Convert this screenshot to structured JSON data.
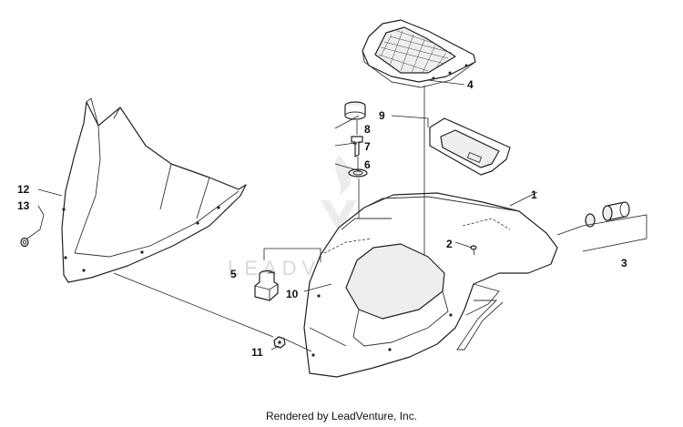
{
  "watermark": "LEADVENTURE",
  "footer": "Rendered by LeadVenture, Inc.",
  "callouts": {
    "c1": "1",
    "c2": "2",
    "c3": "3",
    "c4": "4",
    "c5": "5",
    "c6": "6",
    "c7": "7",
    "c8": "8",
    "c9": "9",
    "c10": "10",
    "c11": "11",
    "c12": "12",
    "c13": "13"
  }
}
